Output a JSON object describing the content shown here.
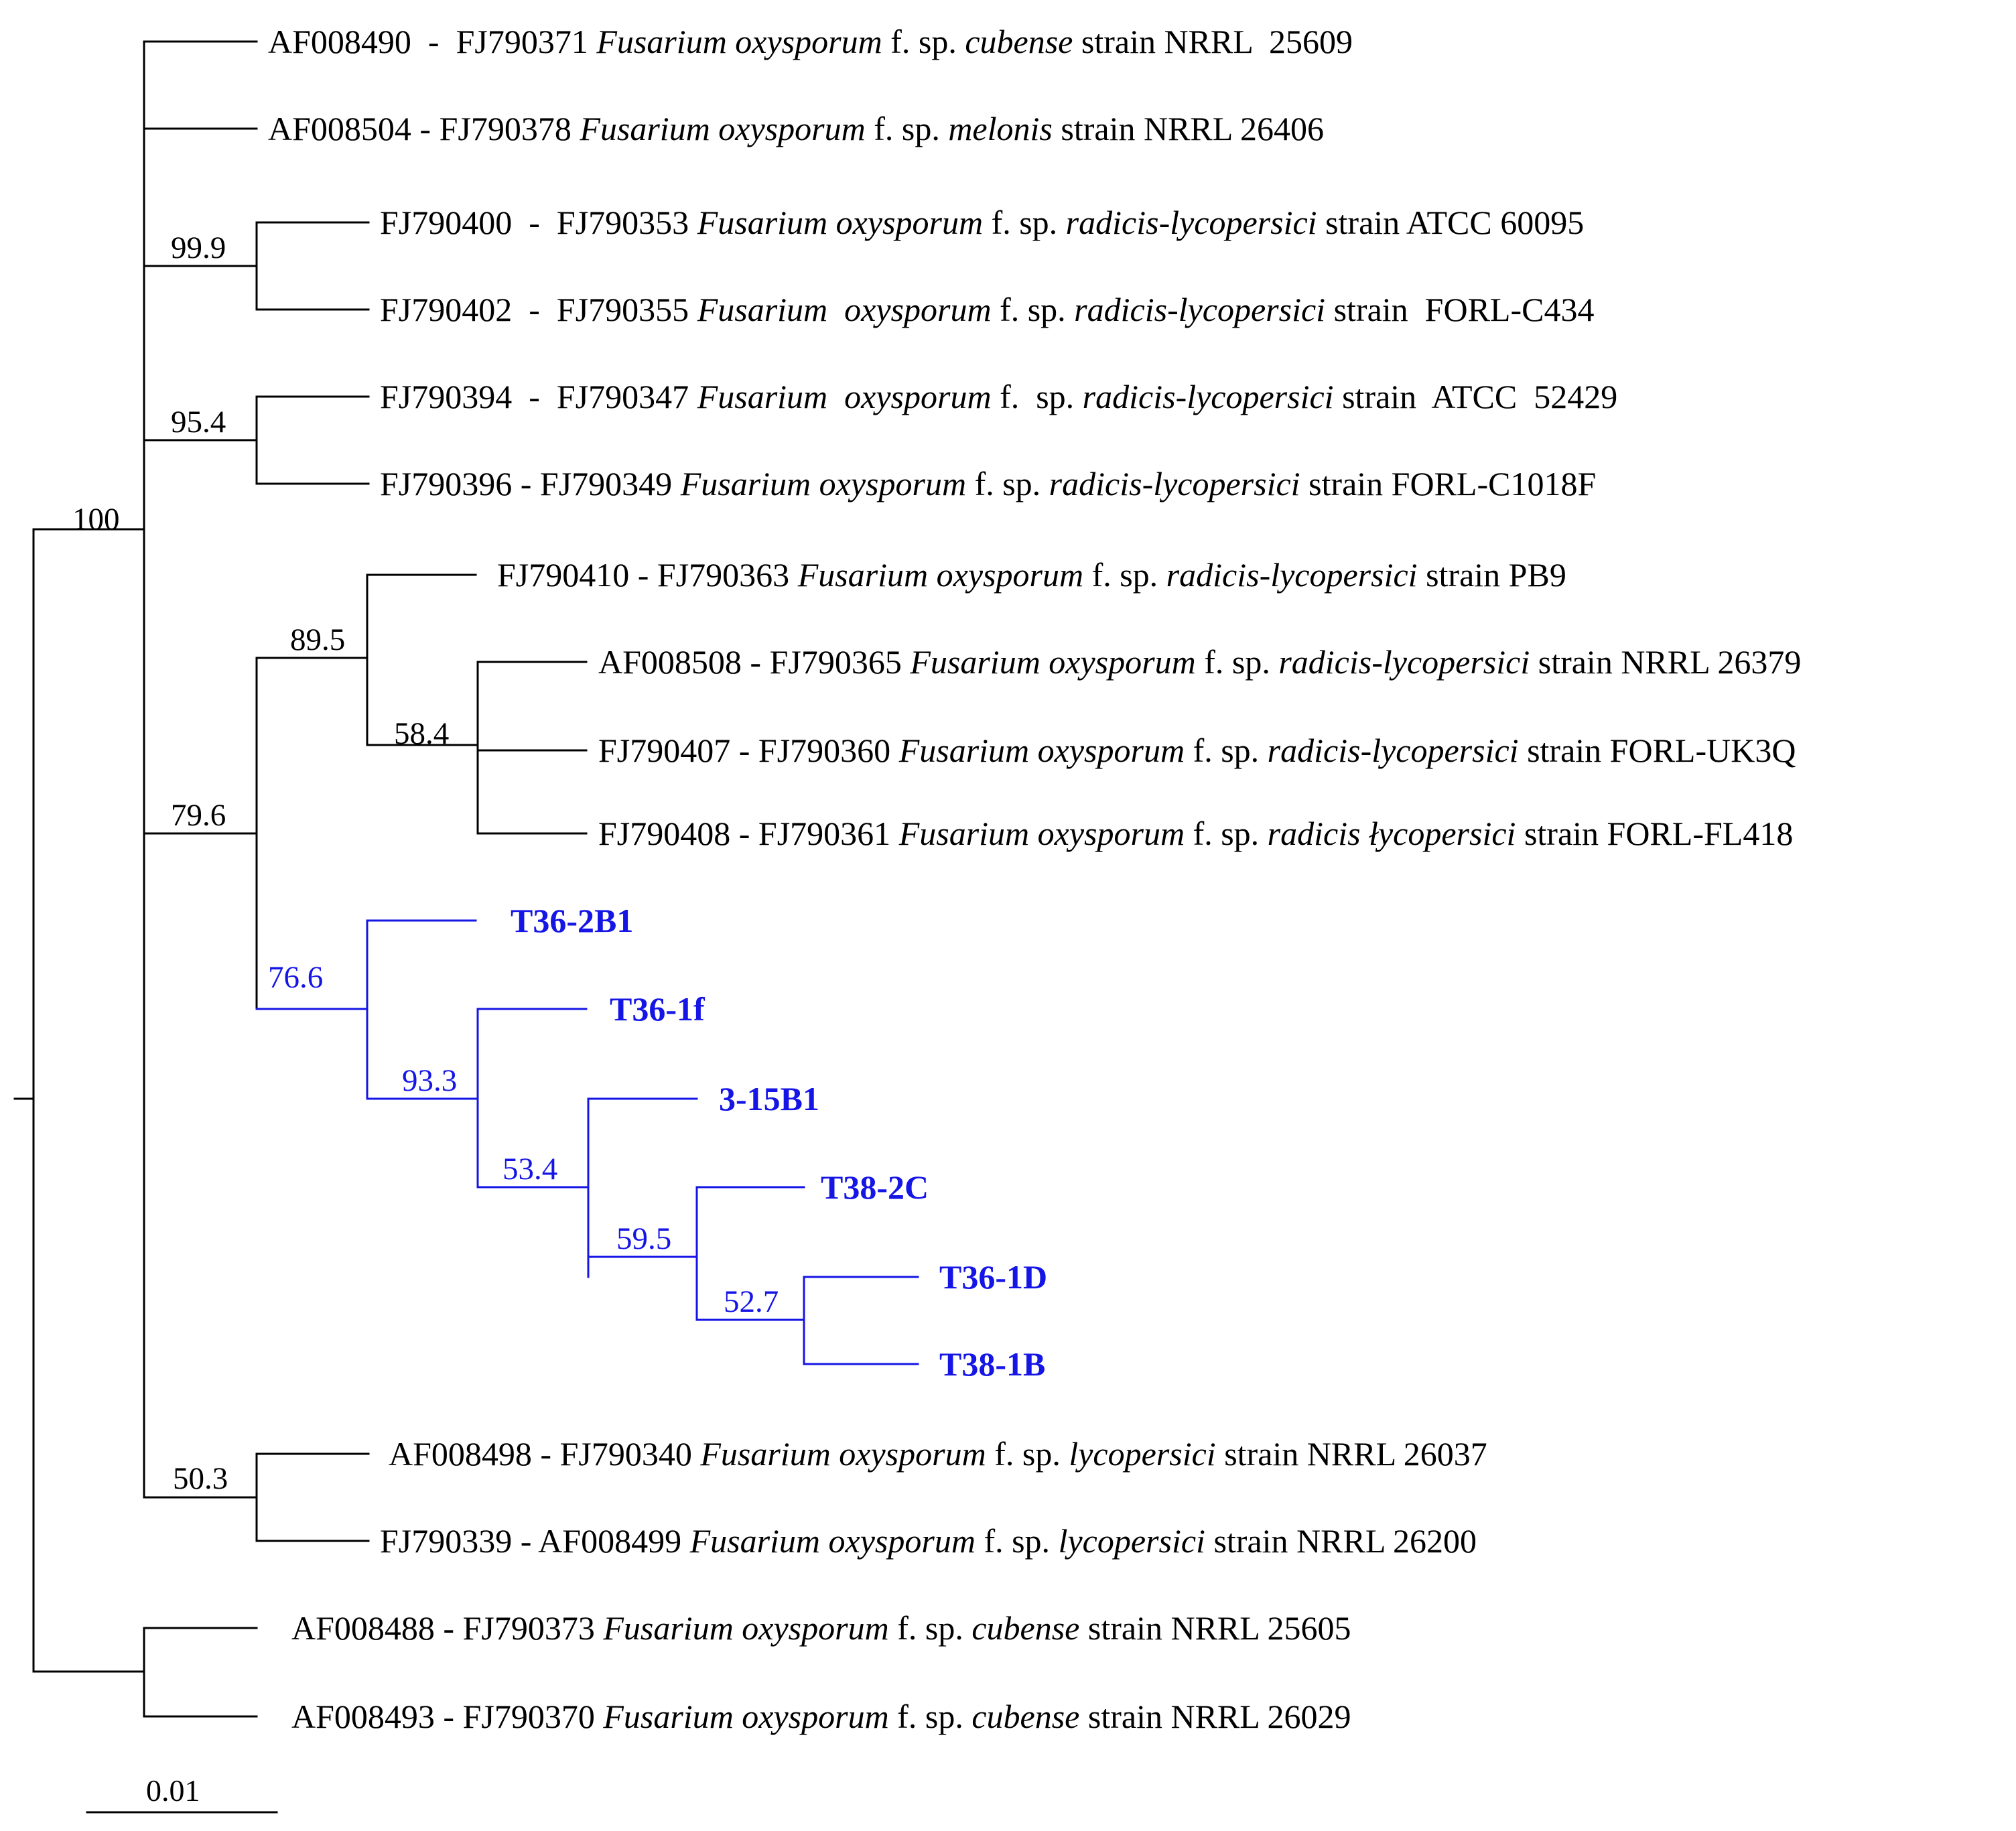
{
  "colors": {
    "normal": "#000000",
    "highlight": "#1515e6"
  },
  "leaves": [
    {
      "id": "L1",
      "acc": "AF008490  -  FJ790371",
      "genus": "Fusarium oxysporum",
      "fsp": "f. sp.",
      "forma": "cubense",
      "strain": "strain NRRL  25609",
      "highlight": false
    },
    {
      "id": "L2",
      "acc": "AF008504 - FJ790378",
      "genus": "Fusarium oxysporum",
      "fsp": "f. sp.",
      "forma": "melonis",
      "strain": "strain NRRL 26406",
      "highlight": false
    },
    {
      "id": "L3",
      "acc": "FJ790400  -  FJ790353",
      "genus": "Fusarium oxysporum",
      "fsp": "f. sp.",
      "forma": "radicis-lycopersici",
      "strain": "strain ATCC 60095",
      "highlight": false
    },
    {
      "id": "L4",
      "acc": "FJ790402  -  FJ790355",
      "genus": "Fusarium  oxysporum",
      "fsp": "f. sp.",
      "forma": "radicis-lycopersici",
      "strain": "strain  FORL-C434",
      "highlight": false
    },
    {
      "id": "L5",
      "acc": "FJ790394  -  FJ790347",
      "genus": "Fusarium  oxysporum",
      "fsp": "f.  sp.",
      "forma": "radicis-lycopersici",
      "strain": "strain  ATCC  52429",
      "highlight": false
    },
    {
      "id": "L6",
      "acc": "FJ790396 - FJ790349",
      "genus": "Fusarium oxysporum",
      "fsp": "f. sp.",
      "forma": "radicis-lycopersici",
      "strain": "strain FORL-C1018F",
      "highlight": false
    },
    {
      "id": "L7",
      "acc": "FJ790410 - FJ790363",
      "genus": "Fusarium oxysporum",
      "fsp": "f. sp.",
      "forma": "radicis-lycopersici",
      "strain": "strain PB9",
      "highlight": false
    },
    {
      "id": "L8",
      "acc": "AF008508 - FJ790365",
      "genus": "Fusarium oxysporum",
      "fsp": "f. sp.",
      "forma": "radicis-lycopersici",
      "strain": "strain NRRL 26379",
      "highlight": false
    },
    {
      "id": "L9",
      "acc": "FJ790407 - FJ790360",
      "genus": "Fusarium oxysporum",
      "fsp": "f. sp.",
      "forma": "radicis-lycopersici",
      "strain": "strain FORL-UK3Q",
      "highlight": false
    },
    {
      "id": "L10",
      "acc": "FJ790408 - FJ790361",
      "genus": "Fusarium oxysporum",
      "fsp": "f. sp.",
      "forma": "radicis łycopersici",
      "strain": "strain FORL-FL418",
      "highlight": false
    },
    {
      "id": "L11",
      "label": "T36-2B1",
      "highlight": true
    },
    {
      "id": "L12",
      "label": "T36-1f",
      "highlight": true
    },
    {
      "id": "L13",
      "label": "3-15B1",
      "highlight": true
    },
    {
      "id": "L14",
      "label": "T38-2C",
      "highlight": true
    },
    {
      "id": "L15",
      "label": "T36-1D",
      "highlight": true
    },
    {
      "id": "L16",
      "label": "T38-1B",
      "highlight": true
    },
    {
      "id": "L17",
      "acc": "AF008498 - FJ790340",
      "genus": "Fusarium oxysporum",
      "fsp": "f. sp.",
      "forma": "lycopersici",
      "strain": "strain NRRL 26037",
      "highlight": false
    },
    {
      "id": "L18",
      "acc": "FJ790339 - AF008499",
      "genus": "Fusarium oxysporum",
      "fsp": "f. sp.",
      "forma": "lycopersici",
      "strain": "strain NRRL 26200",
      "highlight": false
    },
    {
      "id": "L19",
      "acc": "AF008488 - FJ790373",
      "genus": "Fusarium oxysporum",
      "fsp": "f. sp.",
      "forma": "cubense",
      "strain": "strain NRRL 25605",
      "highlight": false
    },
    {
      "id": "L20",
      "acc": "AF008493 - FJ790370",
      "genus": "Fusarium oxysporum",
      "fsp": "f. sp.",
      "forma": "cubense",
      "strain": "strain NRRL 26029",
      "highlight": false
    }
  ],
  "bootstrap_support": [
    {
      "node": "N_L3_L4",
      "value": "99.9",
      "highlight": false
    },
    {
      "node": "N_L5_L6",
      "value": "95.4",
      "highlight": false
    },
    {
      "node": "N_main",
      "value": "100",
      "highlight": false
    },
    {
      "node": "N_L7_clade",
      "value": "89.5",
      "highlight": false
    },
    {
      "node": "N_L8_L10",
      "value": "58.4",
      "highlight": false
    },
    {
      "node": "N_79",
      "value": "79.6",
      "highlight": false
    },
    {
      "node": "N_T",
      "value": "76.6",
      "highlight": true
    },
    {
      "node": "N_T2",
      "value": "93.3",
      "highlight": true
    },
    {
      "node": "N_T3",
      "value": "53.4",
      "highlight": true
    },
    {
      "node": "N_T4",
      "value": "59.5",
      "highlight": true
    },
    {
      "node": "N_T5",
      "value": "52.7",
      "highlight": true
    },
    {
      "node": "N_L17_L18",
      "value": "50.3",
      "highlight": false
    }
  ],
  "scale_bar": {
    "label": "0.01"
  }
}
